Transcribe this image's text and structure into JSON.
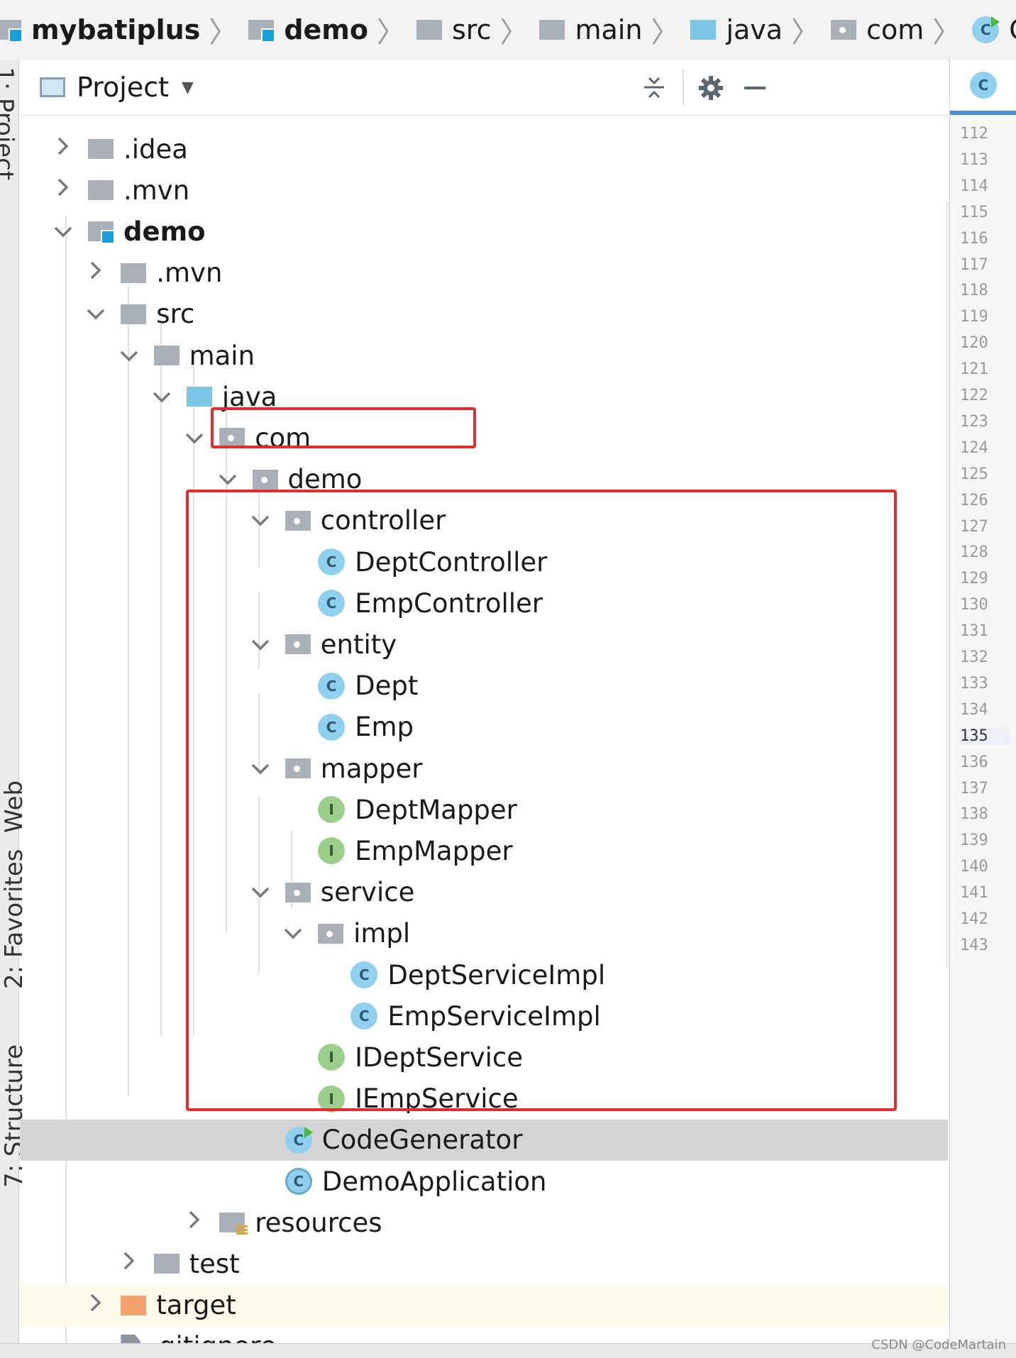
{
  "breadcrumb": [
    {
      "label": "mybatiplus",
      "bold": true,
      "icon": "module-folder"
    },
    {
      "label": "demo",
      "bold": true,
      "icon": "module-folder"
    },
    {
      "label": "src",
      "bold": false,
      "icon": "folder"
    },
    {
      "label": "main",
      "bold": false,
      "icon": "folder"
    },
    {
      "label": "java",
      "bold": false,
      "icon": "source-folder"
    },
    {
      "label": "com",
      "bold": false,
      "icon": "package"
    },
    {
      "label": "CodeGenerator",
      "bold": false,
      "icon": "runnable-class"
    }
  ],
  "side_tabs": [
    "1: Project",
    "Web",
    "2: Favorites",
    "7: Structure"
  ],
  "panel": {
    "title": "Project"
  },
  "tree": [
    {
      "label": ".idea",
      "depth": 0,
      "arrow": "right",
      "icon": "folder"
    },
    {
      "label": ".mvn",
      "depth": 0,
      "arrow": "right",
      "icon": "folder"
    },
    {
      "label": "demo",
      "depth": 0,
      "arrow": "down",
      "icon": "module-folder",
      "bold": true
    },
    {
      "label": ".mvn",
      "depth": 1,
      "arrow": "right",
      "icon": "folder"
    },
    {
      "label": "src",
      "depth": 1,
      "arrow": "down",
      "icon": "folder"
    },
    {
      "label": "main",
      "depth": 2,
      "arrow": "down",
      "icon": "folder"
    },
    {
      "label": "java",
      "depth": 3,
      "arrow": "down",
      "icon": "source-folder"
    },
    {
      "label": "com",
      "depth": 4,
      "arrow": "down",
      "icon": "package"
    },
    {
      "label": "demo",
      "depth": 5,
      "arrow": "down",
      "icon": "package"
    },
    {
      "label": "controller",
      "depth": 6,
      "arrow": "down",
      "icon": "package"
    },
    {
      "label": "DeptController",
      "depth": 7,
      "arrow": "",
      "icon": "class"
    },
    {
      "label": "EmpController",
      "depth": 7,
      "arrow": "",
      "icon": "class"
    },
    {
      "label": "entity",
      "depth": 6,
      "arrow": "down",
      "icon": "package"
    },
    {
      "label": "Dept",
      "depth": 7,
      "arrow": "",
      "icon": "class"
    },
    {
      "label": "Emp",
      "depth": 7,
      "arrow": "",
      "icon": "class"
    },
    {
      "label": "mapper",
      "depth": 6,
      "arrow": "down",
      "icon": "package"
    },
    {
      "label": "DeptMapper",
      "depth": 7,
      "arrow": "",
      "icon": "interface"
    },
    {
      "label": "EmpMapper",
      "depth": 7,
      "arrow": "",
      "icon": "interface"
    },
    {
      "label": "service",
      "depth": 6,
      "arrow": "down",
      "icon": "package"
    },
    {
      "label": "impl",
      "depth": 7,
      "arrow": "down",
      "icon": "package"
    },
    {
      "label": "DeptServiceImpl",
      "depth": 8,
      "arrow": "",
      "icon": "class"
    },
    {
      "label": "EmpServiceImpl",
      "depth": 8,
      "arrow": "",
      "icon": "class"
    },
    {
      "label": "IDeptService",
      "depth": 7,
      "arrow": "",
      "icon": "interface"
    },
    {
      "label": "IEmpService",
      "depth": 7,
      "arrow": "",
      "icon": "interface"
    },
    {
      "label": "CodeGenerator",
      "depth": 6,
      "arrow": "",
      "icon": "runnable-class",
      "selected": true
    },
    {
      "label": "DemoApplication",
      "depth": 6,
      "arrow": "",
      "icon": "spring-class"
    },
    {
      "label": "resources",
      "depth": 4,
      "arrow": "right",
      "icon": "resources-folder"
    },
    {
      "label": "test",
      "depth": 2,
      "arrow": "right",
      "icon": "folder"
    },
    {
      "label": "target",
      "depth": 1,
      "arrow": "right",
      "icon": "excluded-folder",
      "tinted": true
    },
    {
      "label": ".gitignore",
      "depth": 1,
      "arrow": "",
      "icon": "file"
    }
  ],
  "editor": {
    "line_numbers": [
      "112",
      "113",
      "114",
      "115",
      "116",
      "117",
      "118",
      "119",
      "120",
      "121",
      "122",
      "123",
      "124",
      "125",
      "126",
      "127",
      "128",
      "129",
      "130",
      "131",
      "132",
      "133",
      "134",
      "135",
      "136",
      "137",
      "138",
      "139",
      "140",
      "141",
      "142",
      "143"
    ],
    "current_line": "135"
  },
  "watermark": "CSDN @CodeMartain",
  "colors": {
    "highlight_box": "#e42c2c",
    "selection": "#d4d4d4",
    "class_icon": "#8fd0ee",
    "interface_icon": "#9ad08b"
  }
}
